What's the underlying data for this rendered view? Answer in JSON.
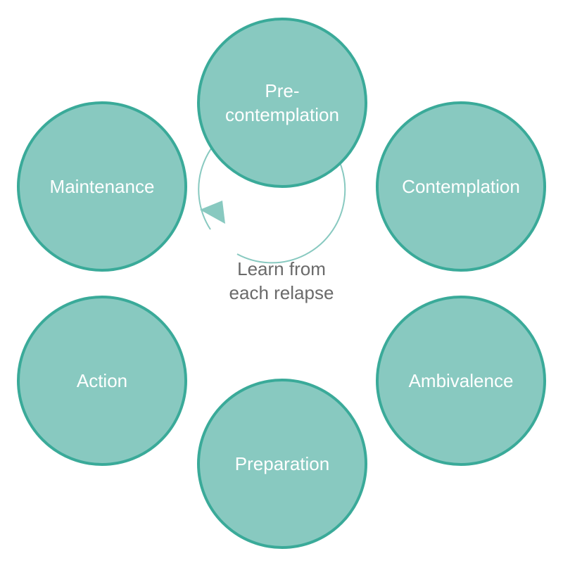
{
  "colors": {
    "circle_fill": "#88c9c0",
    "circle_stroke": "#3aaa99",
    "label_text": "#ffffff",
    "center_text": "#6a6a6a",
    "arrow": "#88c9c0"
  },
  "stages": [
    {
      "id": "precontemplation",
      "lines": [
        "Pre-",
        "contemplation"
      ]
    },
    {
      "id": "contemplation",
      "lines": [
        "Contemplation"
      ]
    },
    {
      "id": "ambivalence",
      "lines": [
        "Ambivalence"
      ]
    },
    {
      "id": "preparation",
      "lines": [
        "Preparation"
      ]
    },
    {
      "id": "action",
      "lines": [
        "Action"
      ]
    },
    {
      "id": "maintenance",
      "lines": [
        "Maintenance"
      ]
    }
  ],
  "center": {
    "lines": [
      "Learn from",
      "each relapse"
    ]
  },
  "cycle_arrow": {
    "icon": "cycle-arrow-icon"
  }
}
